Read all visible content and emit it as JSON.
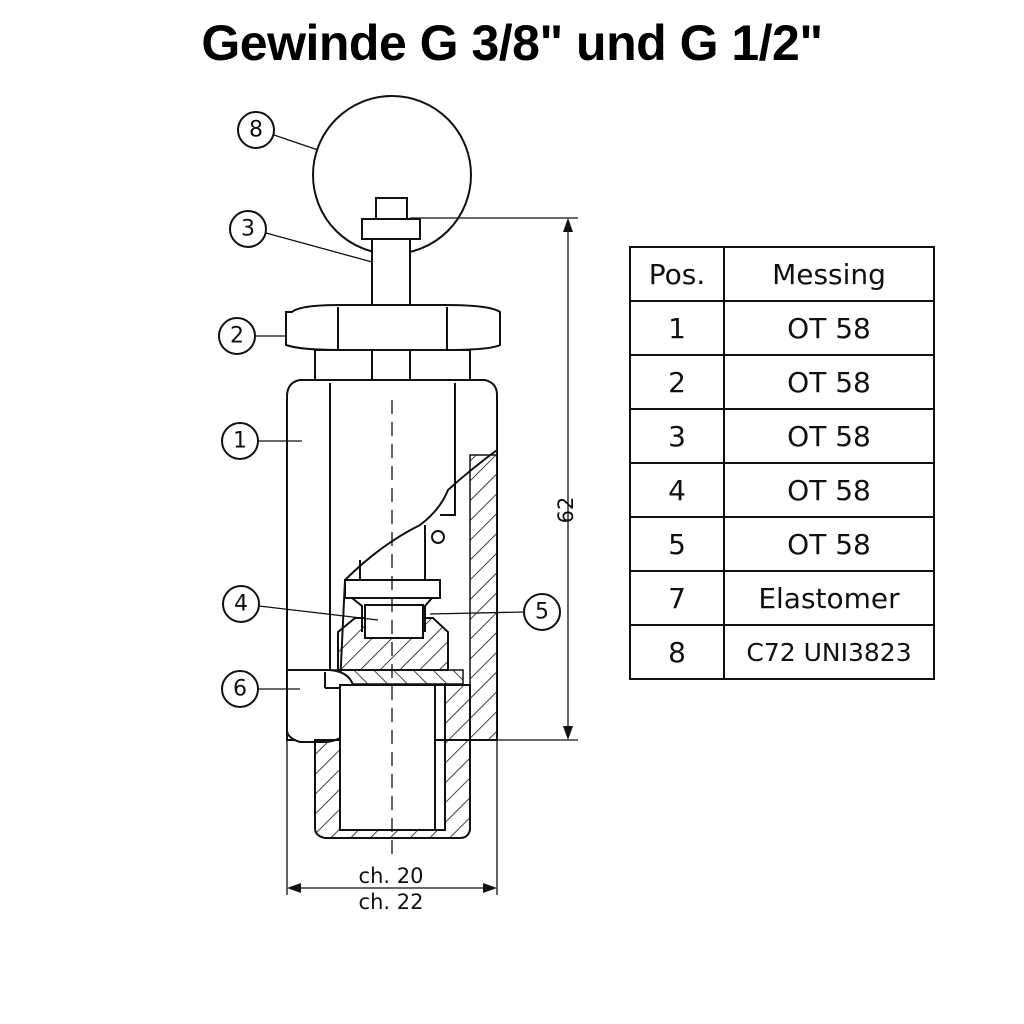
{
  "title": "Gewinde G 3/8\" und G 1/2\"",
  "callouts": [
    "8",
    "3",
    "2",
    "1",
    "4",
    "5",
    "6"
  ],
  "dimensions": {
    "height": "62",
    "width_top": "ch. 20",
    "width_bottom": "ch. 22"
  },
  "table": {
    "headers": [
      "Pos.",
      "Messing"
    ],
    "rows": [
      [
        "1",
        "OT 58"
      ],
      [
        "2",
        "OT 58"
      ],
      [
        "3",
        "OT 58"
      ],
      [
        "4",
        "OT 58"
      ],
      [
        "5",
        "OT 58"
      ],
      [
        "7",
        "Elastomer"
      ],
      [
        "8",
        "C72 UNI3823"
      ]
    ]
  }
}
